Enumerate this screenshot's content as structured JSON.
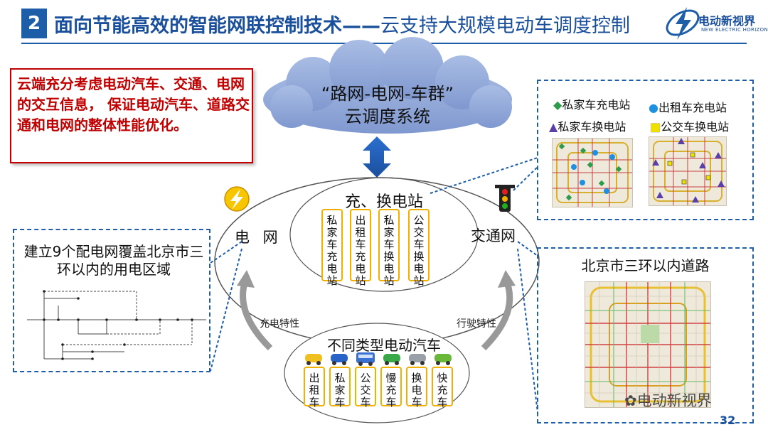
{
  "header": {
    "number": "2",
    "title_main": "面向节能高效的智能网联控制技术——",
    "title_sub": "云支持大规模电动车调度控制"
  },
  "logo": {
    "name": "电动新视界",
    "subtitle": "NEW ELECTRIC HORIZON"
  },
  "summary_box": {
    "text": "云端充分考虑电动汽车、交通、电网的交互信息， 保证电动汽车、道路交通和电网的整体性能优化。"
  },
  "cloud": {
    "title": "“路网-电网-车群”",
    "subtitle": "云调度系统"
  },
  "venn": {
    "stations_title": "充、换电站",
    "stations": [
      "私家车充电站",
      "出租车充电站",
      "私家车换电站",
      "公交车换电站"
    ],
    "grid_label": "电 网",
    "traffic_label": "交通网",
    "charge_feature": "充电特性",
    "drive_feature": "行驶特性",
    "ev_title": "不同类型电动汽车",
    "ev_types": [
      "出租车",
      "私家车",
      "公交车",
      "慢充车",
      "换电车",
      "快充车"
    ]
  },
  "left_panel": {
    "title": "建立9个配电网覆盖北京市三环以内的用电区域"
  },
  "right_top_panel": {
    "legend": [
      {
        "label": "私家车充电站",
        "color": "#2e9b4a",
        "shape": "diamond"
      },
      {
        "label": "出租车充电站",
        "color": "#1e90e0",
        "shape": "circle"
      },
      {
        "label": "私家车换电站",
        "color": "#5b3fa8",
        "shape": "triangle"
      },
      {
        "label": "公交车换电站",
        "color": "#f0e000",
        "shape": "square"
      }
    ]
  },
  "right_bottom_panel": {
    "title": "北京市三环以内道路"
  },
  "watermark": "电动新视界",
  "page_number": "32",
  "colors": {
    "brand_blue": "#1e5ea8",
    "accent_red": "#c00000",
    "box_gold": "#f0b000"
  }
}
